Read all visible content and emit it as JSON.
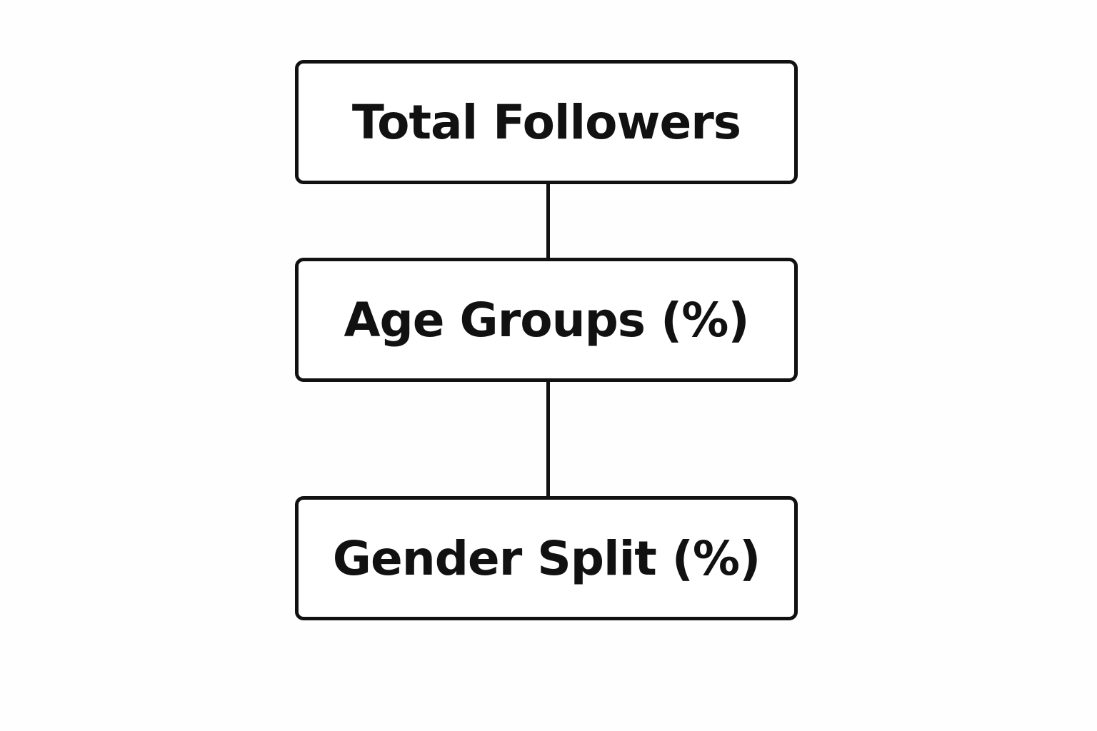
{
  "diagram": {
    "nodes": [
      {
        "id": "total-followers",
        "label": "Total Followers"
      },
      {
        "id": "age-groups",
        "label": "Age Groups (%)"
      },
      {
        "id": "gender-split",
        "label": "Gender Split (%)"
      }
    ],
    "edges": [
      {
        "from": "total-followers",
        "to": "age-groups"
      },
      {
        "from": "age-groups",
        "to": "gender-split"
      }
    ]
  },
  "colors": {
    "stroke": "#111111",
    "background": "#ffffff"
  }
}
